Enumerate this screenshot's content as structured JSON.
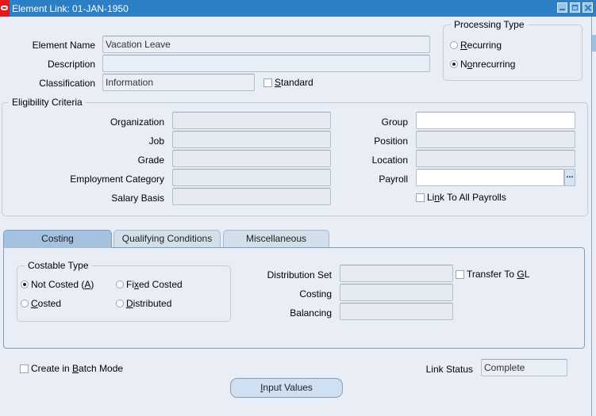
{
  "window": {
    "title": "Element Link: 01-JAN-1950",
    "controls": [
      "minimize",
      "maximize",
      "close"
    ]
  },
  "header": {
    "element_name": {
      "label": "Element Name",
      "value": "Vacation Leave"
    },
    "description": {
      "label": "Description",
      "value": ""
    },
    "classification": {
      "label": "Classification",
      "value": "Information"
    },
    "standard": {
      "label_pre": "",
      "mnemonic": "S",
      "label_post": "tandard",
      "checked": false
    }
  },
  "processing_type": {
    "title": "Processing Type",
    "options": [
      {
        "mnemonic": "R",
        "rest": "ecurring",
        "pre": "",
        "selected": false
      },
      {
        "pre": "N",
        "mnemonic": "o",
        "rest": "nrecurring",
        "selected": true
      }
    ]
  },
  "eligibility": {
    "title": "Eligibility Criteria",
    "left_fields": [
      {
        "label": "Organization",
        "value": ""
      },
      {
        "label": "Job",
        "value": ""
      },
      {
        "label": "Grade",
        "value": ""
      },
      {
        "label": "Employment Category",
        "value": ""
      },
      {
        "label": "Salary Basis",
        "value": ""
      }
    ],
    "right_fields": [
      {
        "label": "Group",
        "value": ""
      },
      {
        "label": "Position",
        "value": ""
      },
      {
        "label": "Location",
        "value": ""
      },
      {
        "label": "Payroll",
        "value": ""
      }
    ],
    "lov_button": "...",
    "link_all_payrolls": {
      "pre": "Li",
      "mnemonic": "n",
      "post": "k To All Payrolls",
      "checked": false
    }
  },
  "tabs": [
    {
      "label": "Costing",
      "active": true
    },
    {
      "label": "Qualifying Conditions",
      "active": false
    },
    {
      "label": "Miscellaneous",
      "active": false
    }
  ],
  "costing": {
    "costable_type": {
      "title": "Costable Type",
      "options": [
        {
          "pre": "Not Costed (",
          "mnemonic": "A",
          "post": ")",
          "selected": true
        },
        {
          "pre": "Fi",
          "mnemonic": "x",
          "post": "ed Costed",
          "selected": false
        },
        {
          "pre": "",
          "mnemonic": "C",
          "post": "osted",
          "selected": false
        },
        {
          "pre": "",
          "mnemonic": "D",
          "post": "istributed",
          "selected": false
        }
      ]
    },
    "fields": [
      {
        "label": "Distribution Set",
        "value": ""
      },
      {
        "label": "Costing",
        "value": ""
      },
      {
        "label": "Balancing",
        "value": ""
      }
    ],
    "transfer_to_gl": {
      "pre": "Transfer To ",
      "mnemonic": "G",
      "post": "L",
      "checked": false
    }
  },
  "footer": {
    "batch_mode": {
      "pre": "Create in ",
      "mnemonic": "B",
      "post": "atch Mode",
      "checked": false
    },
    "link_status": {
      "label": "Link Status",
      "value": "Complete"
    },
    "input_values_button": {
      "mnemonic": "I",
      "post": "nput Values"
    }
  },
  "colors": {
    "titlebar": "#2c7fc4",
    "background": "#e9eef6",
    "active_tab": "#a4c2e0",
    "inactive_tab": "#d3deeb",
    "button": "#cfe0f2"
  }
}
